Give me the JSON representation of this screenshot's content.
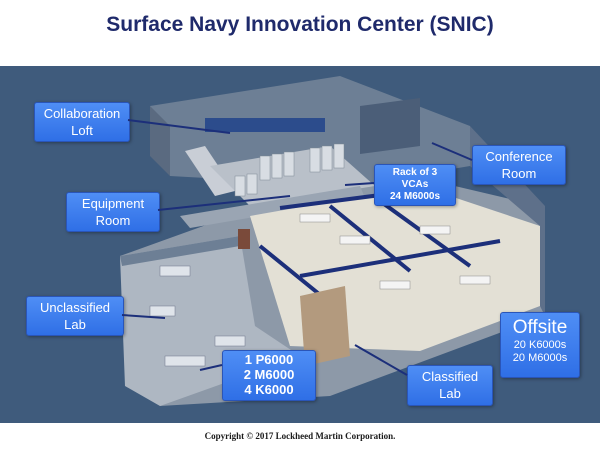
{
  "title": "Surface Navy Innovation Center (SNIC)",
  "callouts": {
    "collaboration_loft": {
      "line1": "Collaboration",
      "line2": "Loft"
    },
    "conference_room": {
      "line1": "Conference",
      "line2": "Room"
    },
    "rack": {
      "line1": "Rack of 3",
      "line2": "VCAs",
      "line3": "24 M6000s"
    },
    "equipment_room": {
      "line1": "Equipment",
      "line2": "Room"
    },
    "unclassified_lab": {
      "line1": "Unclassified",
      "line2": "Lab"
    },
    "gpu_list": {
      "line1": "1 P6000",
      "line2": "2 M6000",
      "line3": "4 K6000"
    },
    "classified_lab": {
      "line1": "Classified",
      "line2": "Lab"
    },
    "offsite": {
      "title": "Offsite",
      "line1": "20 K6000s",
      "line2": "20 M6000s"
    }
  },
  "footer": {
    "copyright": "Copyright © 2017 Lockheed Martin Corporation."
  },
  "colors": {
    "title": "#1f2a6b",
    "callout": "#3a7cf0",
    "background": "#3f5b7c",
    "divider": "#1c2f7a"
  }
}
